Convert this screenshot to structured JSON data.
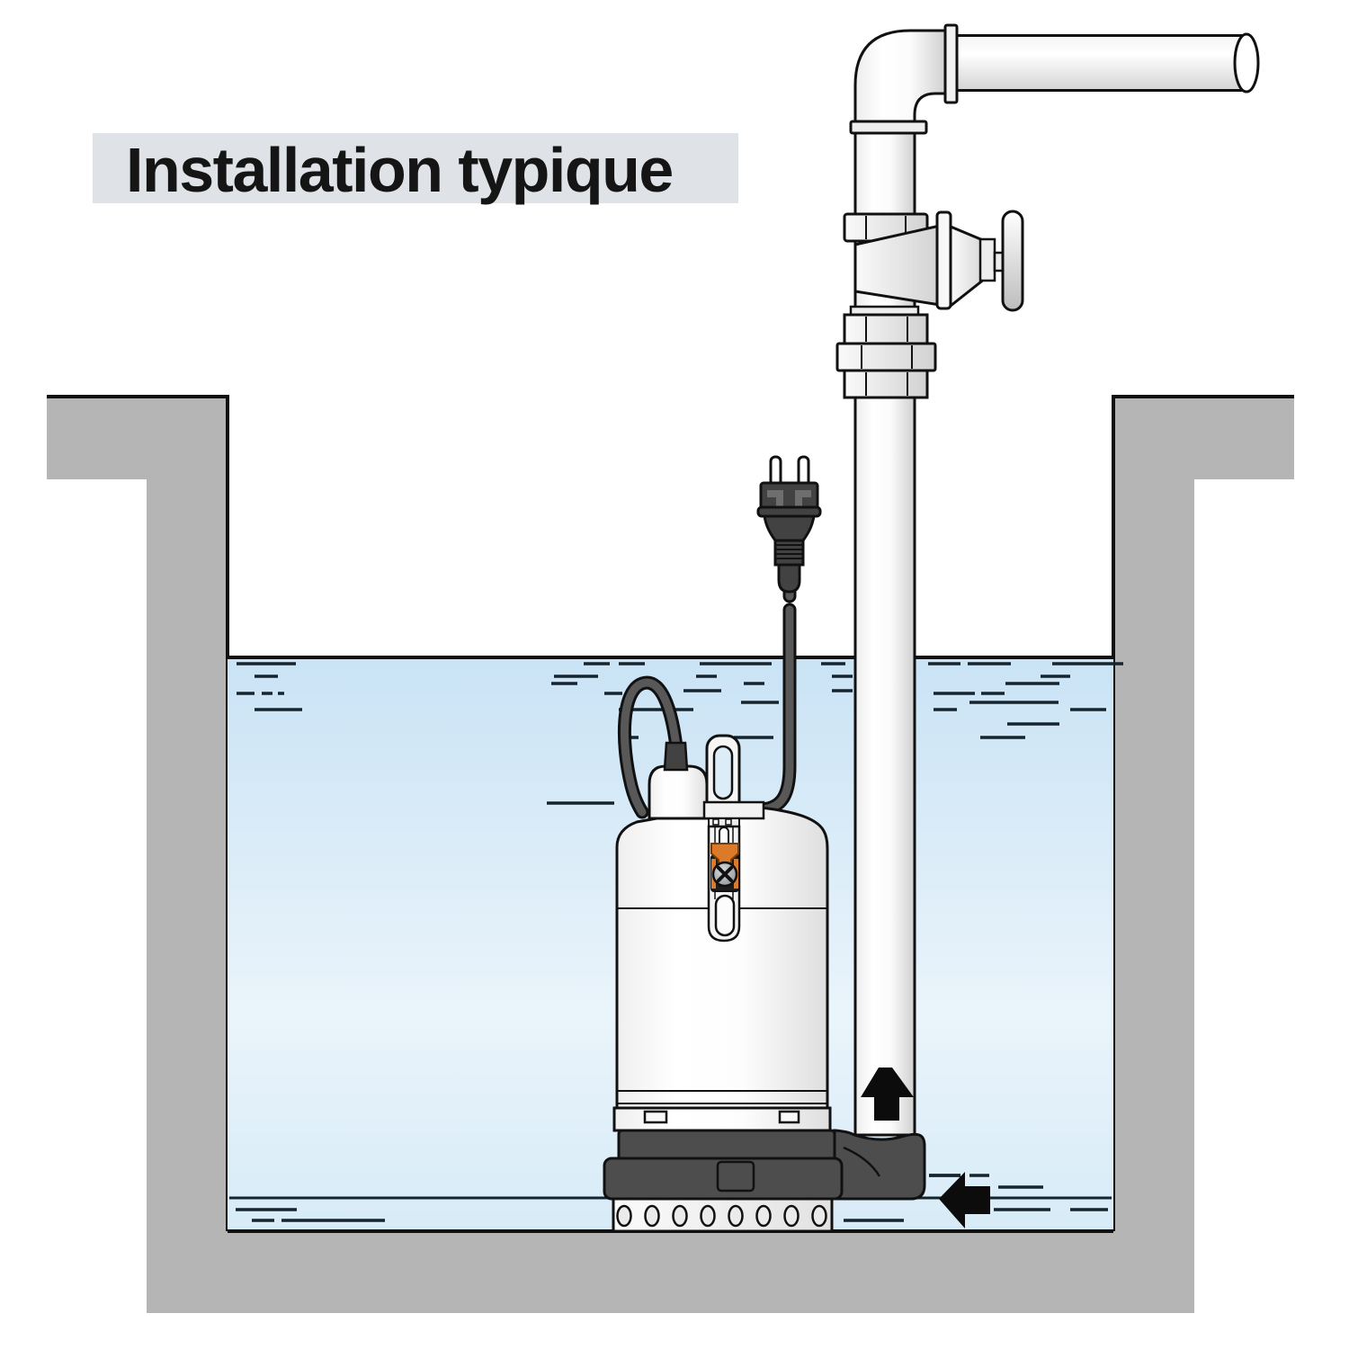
{
  "title": {
    "text": "Installation typique"
  },
  "theme": {
    "line": "#111111",
    "text": "#151515",
    "panel": "#dfe3e7",
    "water": "#c9e3f5",
    "water_light": "#eaf4fb",
    "water_line": "#16242e",
    "wall": "#b5b5b5",
    "pump_dark": "#4d4d4d",
    "plug_dark": "#424242",
    "cord": "#585858",
    "orange": "#dd7a2a",
    "arrow": "#0c0c0c"
  },
  "icons": {
    "flow_up": "arrow-up",
    "flow_in": "arrow-left",
    "screw": "phillips-screw",
    "plug": "power-plug-two-pin",
    "valve": "gate-valve-handwheel"
  }
}
